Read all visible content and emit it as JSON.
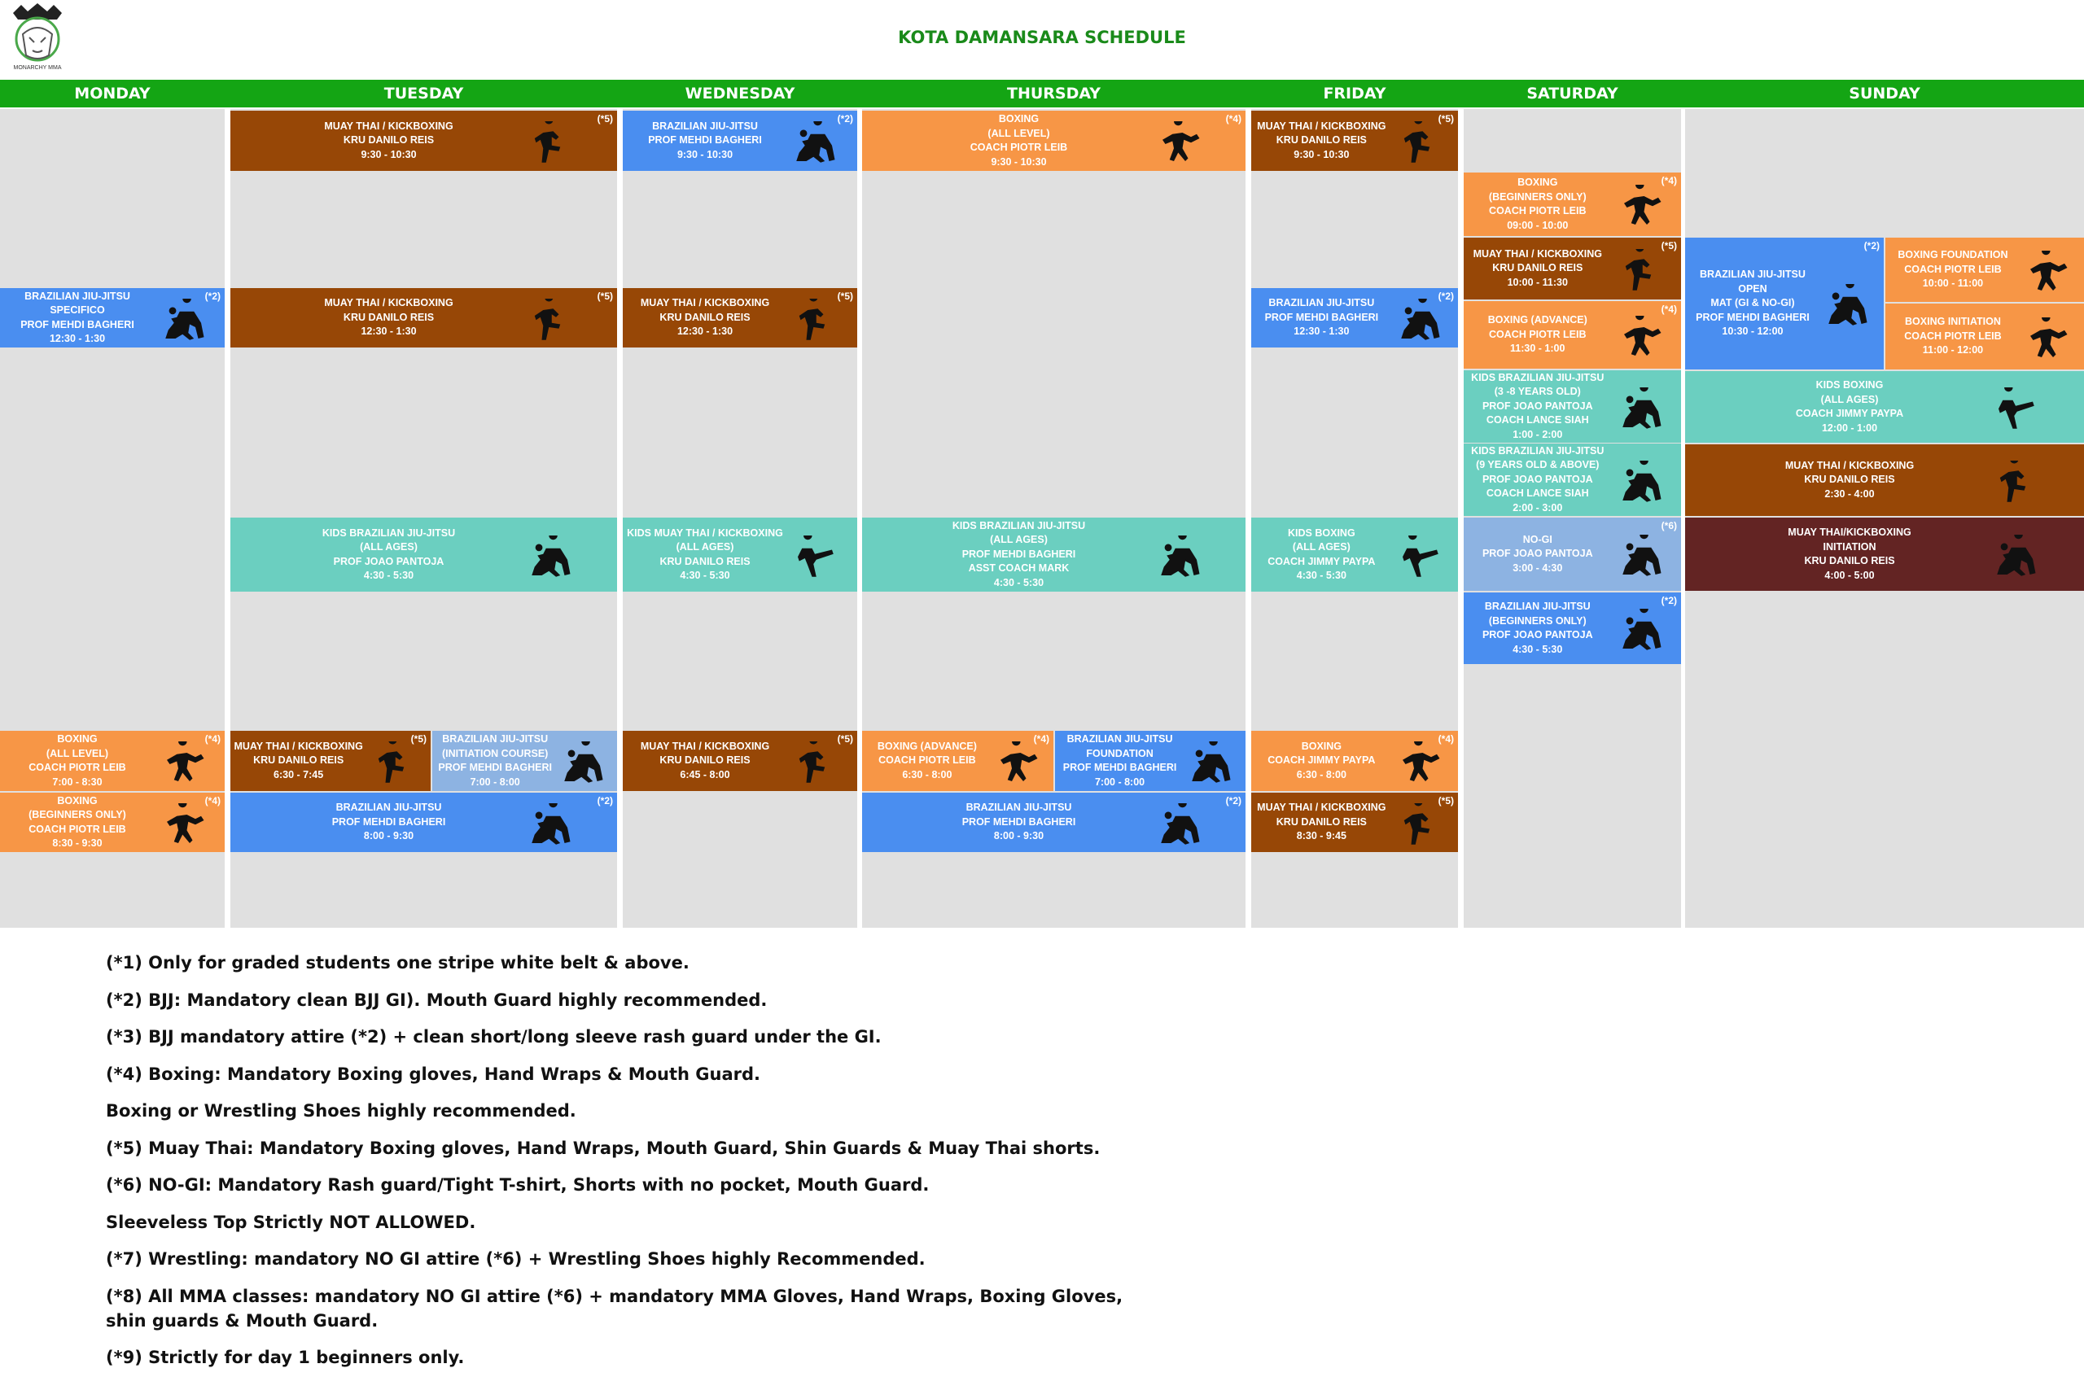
{
  "title": "KOTA DAMANSARA SCHEDULE",
  "logo": {
    "text": "MONARCHY MMA"
  },
  "days": [
    "MONDAY",
    "TUESDAY",
    "WEDNESDAY",
    "THURSDAY",
    "FRIDAY",
    "SATURDAY",
    "SUNDAY"
  ],
  "colors": {
    "header": "#14a514",
    "title": "#1a8a1a",
    "brown": "#974706",
    "blue": "#4a8ef0",
    "orange": "#f79646",
    "teal": "#6bcfc0",
    "light_blue": "#8db3e2",
    "maroon": "#632423"
  },
  "classes": [
    {
      "day": "MONDAY",
      "text": "BRAZILIAN JIU-JITSU SPECIFICO\nPROF MEHDI BAGHERI\n12:30 - 1:30",
      "note": "(*2)",
      "color": "blue",
      "icon": "grappling-icon"
    },
    {
      "day": "MONDAY",
      "text": "BOXING\n(ALL LEVEL)\nCOACH PIOTR LEIB\n7:00 - 8:30",
      "note": "(*4)",
      "color": "orange",
      "icon": "boxer-icon"
    },
    {
      "day": "MONDAY",
      "text": "BOXING\n(BEGINNERS ONLY)\nCOACH PIOTR LEIB\n8:30 - 9:30",
      "note": "(*4)",
      "color": "orange",
      "icon": "boxer-icon"
    },
    {
      "day": "TUESDAY",
      "text": "MUAY THAI / KICKBOXING\nKRU DANILO REIS\n9:30 - 10:30",
      "note": "(*5)",
      "color": "brown",
      "icon": "knee-strike-icon"
    },
    {
      "day": "TUESDAY",
      "text": "MUAY THAI / KICKBOXING\nKRU DANILO REIS\n12:30 - 1:30",
      "note": "(*5)",
      "color": "brown",
      "icon": "knee-strike-icon"
    },
    {
      "day": "TUESDAY",
      "text": "KIDS BRAZILIAN JIU-JITSU\n(ALL AGES)\nPROF JOAO PANTOJA\n4:30 - 5:30",
      "note": "",
      "color": "teal",
      "icon": "grappling-icon"
    },
    {
      "day": "TUESDAY",
      "text": "MUAY THAI / KICKBOXING\nKRU DANILO REIS\n6:30 - 7:45",
      "note": "(*5)",
      "color": "brown",
      "icon": "knee-strike-icon"
    },
    {
      "day": "TUESDAY",
      "text": "BRAZILIAN JIU-JITSU\n(INITIATION COURSE)\nPROF MEHDI BAGHERI\n7:00 - 8:00",
      "note": "",
      "color": "light_blue",
      "icon": "grappling-icon"
    },
    {
      "day": "TUESDAY",
      "text": "BRAZILIAN JIU-JITSU\nPROF MEHDI BAGHERI\n8:00 - 9:30",
      "note": "(*2)",
      "color": "blue",
      "icon": "grappling-icon"
    },
    {
      "day": "WEDNESDAY",
      "text": "BRAZILIAN JIU-JITSU\nPROF MEHDI BAGHERI\n9:30 - 10:30",
      "note": "(*2)",
      "color": "blue",
      "icon": "grappling-icon"
    },
    {
      "day": "WEDNESDAY",
      "text": "MUAY THAI / KICKBOXING\nKRU DANILO REIS\n12:30 - 1:30",
      "note": "(*5)",
      "color": "brown",
      "icon": "knee-strike-icon"
    },
    {
      "day": "WEDNESDAY",
      "text": "KIDS MUAY THAI / KICKBOXING\n(ALL AGES)\nKRU DANILO REIS\n4:30 - 5:30",
      "note": "",
      "color": "teal",
      "icon": "kick-icon"
    },
    {
      "day": "WEDNESDAY",
      "text": "MUAY THAI / KICKBOXING\nKRU DANILO REIS\n6:45 - 8:00",
      "note": "(*5)",
      "color": "brown",
      "icon": "knee-strike-icon"
    },
    {
      "day": "THURSDAY",
      "text": "BOXING\n(ALL LEVEL)\nCOACH PIOTR LEIB\n9:30 - 10:30",
      "note": "(*4)",
      "color": "orange",
      "icon": "boxer-icon"
    },
    {
      "day": "THURSDAY",
      "text": "KIDS BRAZILIAN JIU-JITSU\n(ALL AGES)\nPROF MEHDI BAGHERI\nASST COACH MARK\n4:30 - 5:30",
      "note": "",
      "color": "teal",
      "icon": "grappling-icon"
    },
    {
      "day": "THURSDAY",
      "text": "BOXING (ADVANCE)\nCOACH PIOTR LEIB\n6:30 - 8:00",
      "note": "(*4)",
      "color": "orange",
      "icon": "boxer-icon"
    },
    {
      "day": "THURSDAY",
      "text": "BRAZILIAN JIU-JITSU\nFOUNDATION\nPROF MEHDI BAGHERI\n7:00 - 8:00",
      "note": "",
      "color": "blue",
      "icon": "grappling-icon"
    },
    {
      "day": "THURSDAY",
      "text": "BRAZILIAN JIU-JITSU\nPROF MEHDI BAGHERI\n8:00 - 9:30",
      "note": "(*2)",
      "color": "blue",
      "icon": "grappling-icon"
    },
    {
      "day": "FRIDAY",
      "text": "MUAY THAI / KICKBOXING\nKRU DANILO REIS\n9:30 - 10:30",
      "note": "(*5)",
      "color": "brown",
      "icon": "knee-strike-icon"
    },
    {
      "day": "FRIDAY",
      "text": "BRAZILIAN JIU-JITSU\nPROF MEHDI BAGHERI\n12:30 - 1:30",
      "note": "(*2)",
      "color": "blue",
      "icon": "grappling-icon"
    },
    {
      "day": "FRIDAY",
      "text": "KIDS BOXING\n(ALL AGES)\nCOACH JIMMY PAYPA\n4:30 - 5:30",
      "note": "",
      "color": "teal",
      "icon": "kick-icon"
    },
    {
      "day": "FRIDAY",
      "text": "BOXING\nCOACH JIMMY PAYPA\n6:30 - 8:00",
      "note": "(*4)",
      "color": "orange",
      "icon": "boxer-icon"
    },
    {
      "day": "FRIDAY",
      "text": "MUAY THAI / KICKBOXING\nKRU DANILO REIS\n8:30 - 9:45",
      "note": "(*5)",
      "color": "brown",
      "icon": "knee-strike-icon"
    },
    {
      "day": "SATURDAY",
      "text": "BOXING\n(BEGINNERS ONLY)\nCOACH PIOTR LEIB\n09:00 - 10:00",
      "note": "(*4)",
      "color": "orange",
      "icon": "boxer-icon"
    },
    {
      "day": "SATURDAY",
      "text": "MUAY THAI / KICKBOXING\nKRU DANILO REIS\n10:00 - 11:30",
      "note": "(*5)",
      "color": "brown",
      "icon": "knee-strike-icon"
    },
    {
      "day": "SATURDAY",
      "text": "BOXING (ADVANCE)\nCOACH PIOTR LEIB\n11:30 - 1:00",
      "note": "(*4)",
      "color": "orange",
      "icon": "boxer-icon"
    },
    {
      "day": "SATURDAY",
      "text": "KIDS BRAZILIAN JIU-JITSU\n(3 -8 YEARS OLD)\nPROF JOAO PANTOJA\nCOACH LANCE SIAH\n1:00 - 2:00",
      "note": "",
      "color": "teal",
      "icon": "grappling-icon"
    },
    {
      "day": "SATURDAY",
      "text": "KIDS BRAZILIAN JIU-JITSU\n(9 YEARS OLD & ABOVE)\nPROF JOAO PANTOJA\nCOACH LANCE SIAH\n2:00 - 3:00",
      "note": "",
      "color": "teal",
      "icon": "grappling-icon"
    },
    {
      "day": "SATURDAY",
      "text": "NO-GI\nPROF JOAO PANTOJA\n3:00 - 4:30",
      "note": "(*6)",
      "color": "light_blue",
      "icon": "grappling-icon"
    },
    {
      "day": "SATURDAY",
      "text": "BRAZILIAN JIU-JITSU\n(BEGINNERS ONLY)\nPROF JOAO PANTOJA\n4:30 - 5:30",
      "note": "(*2)",
      "color": "blue",
      "icon": "grappling-icon"
    },
    {
      "day": "SUNDAY",
      "text": "BRAZILIAN JIU-JITSU OPEN\nMAT (GI & NO-GI)\nPROF MEHDI BAGHERI\n10:30 - 12:00",
      "note": "(*2)",
      "color": "blue",
      "icon": "grappling-icon"
    },
    {
      "day": "SUNDAY",
      "text": "BOXING FOUNDATION\nCOACH PIOTR LEIB\n10:00 - 11:00",
      "note": "",
      "color": "orange",
      "icon": "boxer-icon"
    },
    {
      "day": "SUNDAY",
      "text": "BOXING INITIATION\nCOACH PIOTR LEIB\n11:00 - 12:00",
      "note": "",
      "color": "orange",
      "icon": "boxer-icon"
    },
    {
      "day": "SUNDAY",
      "text": "KIDS BOXING\n(ALL AGES)\nCOACH JIMMY PAYPA\n12:00 - 1:00",
      "note": "",
      "color": "teal",
      "icon": "kick-icon"
    },
    {
      "day": "SUNDAY",
      "text": "MUAY THAI / KICKBOXING\nKRU DANILO REIS\n2:30 - 4:00",
      "note": "",
      "color": "brown",
      "icon": "knee-strike-icon"
    },
    {
      "day": "SUNDAY",
      "text": "MUAY THAI/KICKBOXING\nINITIATION\nKRU DANILO REIS\n4:00 - 5:00",
      "note": "",
      "color": "maroon",
      "icon": "grappling-icon"
    }
  ],
  "notes": [
    "(*1) Only for graded students one stripe white belt & above.",
    "(*2) BJJ: Mandatory clean BJJ GI). Mouth Guard highly recommended.",
    "(*3) BJJ mandatory attire (*2) + clean short/long sleeve rash guard under the GI.",
    "(*4) Boxing: Mandatory Boxing gloves, Hand Wraps & Mouth Guard.",
    "Boxing or Wrestling Shoes highly recommended.",
    "(*5) Muay Thai: Mandatory Boxing gloves, Hand Wraps, Mouth Guard, Shin Guards & Muay Thai shorts.",
    "(*6) NO-GI: Mandatory Rash guard/Tight T-shirt, Shorts with no pocket, Mouth Guard.",
    "Sleeveless Top Strictly NOT ALLOWED.",
    "(*7) Wrestling: mandatory NO GI attire (*6) + Wrestling Shoes highly Recommended.",
    "(*8) All MMA classes: mandatory NO GI attire (*6) + mandatory MMA Gloves, Hand Wraps, Boxing Gloves, shin guards & Mouth Guard.",
    "(*9) Strictly for day 1 beginners only."
  ]
}
